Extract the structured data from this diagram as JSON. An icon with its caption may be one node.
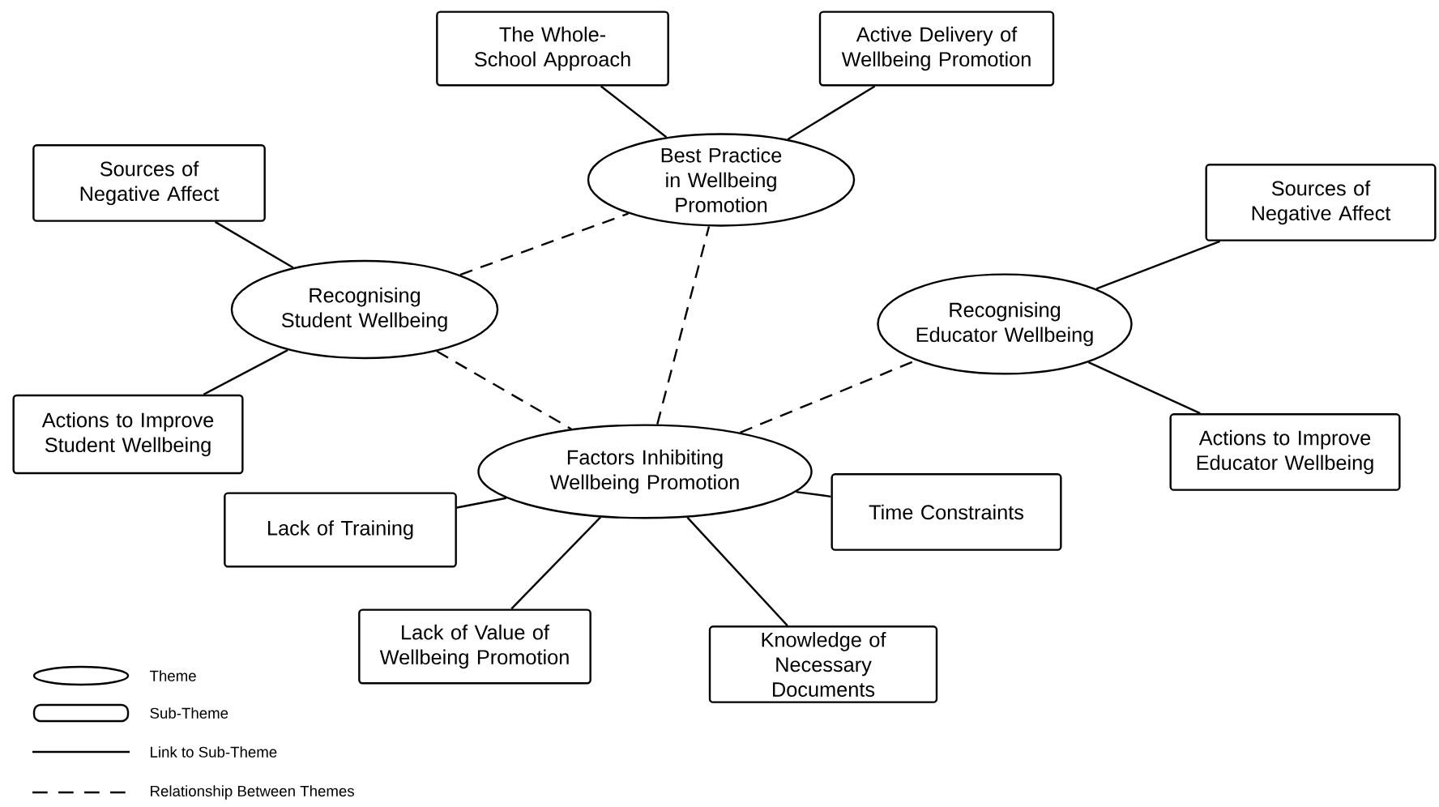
{
  "diagram": {
    "nodes": [
      {
        "text": [
          "The Whole-School Approach"
        ]
      },
      {
        "text": [
          "Active Delivery of Wellbeing Promotion"
        ]
      },
      {
        "text": [
          "Best Practice in Wellbeing Promotion"
        ]
      },
      {
        "text": [
          "Sources of Negative Affect"
        ]
      },
      {
        "text": [
          "Sources of Negative Affect"
        ]
      },
      {
        "text": [
          "Recognising Student Wellbeing"
        ]
      },
      {
        "text": [
          "Recognising Educator Wellbeing"
        ]
      },
      {
        "text": [
          "Actions to Improve Student Wellbeing"
        ]
      },
      {
        "text": [
          "Actions to Improve Educator Wellbeing"
        ]
      },
      {
        "text": [
          "Factors Inhibiting Wellbeing Promotion"
        ]
      },
      {
        "text": [
          "Lack of Training"
        ]
      },
      {
        "text": [
          "Time Constraints"
        ]
      },
      {
        "text": [
          "Lack of Value of Wellbeing Promotion"
        ]
      },
      {
        "text": [
          "Knowledge of Necessary Documents"
        ]
      }
    ],
    "edges": [
      {
        "from": 0,
        "to": 2,
        "arrow": "none"
      },
      {
        "from": 1,
        "to": 2,
        "arrow": "none"
      },
      {
        "from": 3,
        "to": 5,
        "arrow": "none"
      },
      {
        "from": 5,
        "to": 2,
        "arrow": "none",
        "style": "dashed"
      },
      {
        "from": 9,
        "to": 2,
        "arrow": "none",
        "style": "dashed"
      },
      {
        "from": 4,
        "to": 6,
        "arrow": "none"
      },
      {
        "from": 7,
        "to": 5,
        "arrow": "none"
      },
      {
        "from": 5,
        "to": 9,
        "arrow": "none",
        "style": "dashed"
      },
      {
        "from": 9,
        "to": 6,
        "arrow": "none",
        "style": "dashed"
      },
      {
        "from": 8,
        "to": 6,
        "arrow": "none"
      },
      {
        "from": 10,
        "to": 9,
        "arrow": "none"
      },
      {
        "from": 11,
        "to": 9,
        "arrow": "none"
      },
      {
        "from": 12,
        "to": 9,
        "arrow": "none"
      },
      {
        "from": 13,
        "to": 9,
        "arrow": "none"
      }
    ],
    "legend": [
      {
        "text": "Theme"
      },
      {
        "text": "Sub-Theme"
      },
      {
        "text": "Link to Sub-Theme"
      },
      {
        "text": "Relationship Between Themes"
      }
    ]
  }
}
